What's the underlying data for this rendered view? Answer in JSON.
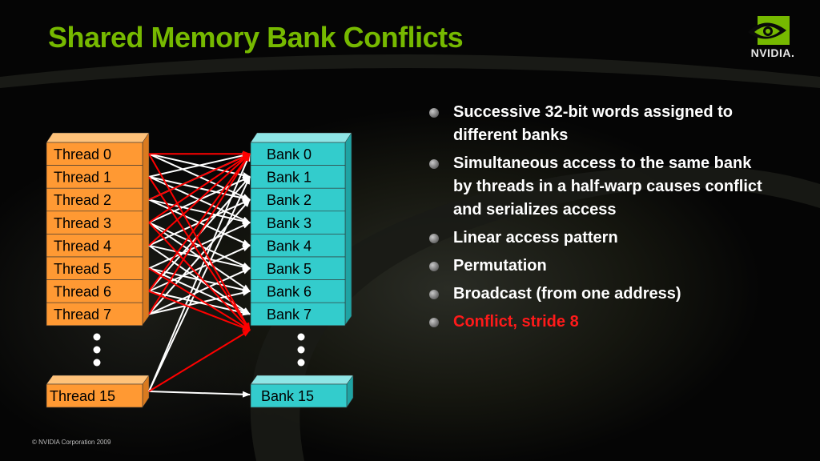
{
  "slide": {
    "title": "Shared Memory Bank Conflicts",
    "logo_text": "NVIDIA.",
    "copyright": "©  NVIDIA Corporation 2009"
  },
  "diagram": {
    "threads": [
      "Thread 0",
      "Thread 1",
      "Thread 2",
      "Thread 3",
      "Thread 4",
      "Thread 5",
      "Thread 6",
      "Thread 7"
    ],
    "last_thread": "Thread 15",
    "banks": [
      "Bank 0",
      "Bank 1",
      "Bank 2",
      "Bank 3",
      "Bank 4",
      "Bank 5",
      "Bank 6",
      "Bank 7"
    ],
    "last_bank": "Bank 15",
    "colors": {
      "thread_fill": "#ff9933",
      "bank_fill": "#33cccc",
      "conflict_arrow": "#ff0000",
      "normal_arrow": "#ffffff"
    }
  },
  "bullets": [
    {
      "text": "Successive 32-bit words assigned to different banks",
      "highlight": false
    },
    {
      "text": "Simultaneous access to the same bank by threads in a half-warp causes conflict and serializes access",
      "highlight": false
    },
    {
      "text": "Linear access pattern",
      "highlight": false
    },
    {
      "text": "Permutation",
      "highlight": false
    },
    {
      "text": "Broadcast (from one address)",
      "highlight": false
    },
    {
      "text": "Conflict, stride 8",
      "highlight": true
    }
  ]
}
